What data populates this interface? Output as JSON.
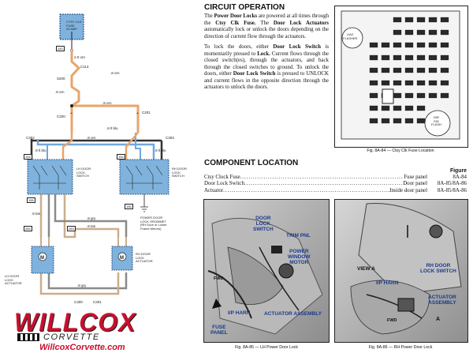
{
  "wiring": {
    "fuse_label": "CTSY CLK\nFUSE\n20 AMP",
    "circuits": {
      "top": "140",
      "lh_in": "194",
      "rh_in": "194",
      "lh_bot": "156",
      "rh_bot": "156",
      "c284": "284",
      "c283": "283"
    },
    "wire_labels": {
      "orn_a": "2.0 orn",
      "c113": "C113",
      "s200": "S200",
      "orn_b": ".8 orn",
      "orn_c": ".8 orn",
      "orn_d": ".8 orn",
      "orn_e": ".8 orn",
      "c200": "C200",
      "c201": "C201",
      "blk": ".8 lt blu",
      "c302": "C302",
      "c303": "C303",
      "org_top": ".8 orn",
      "org_top2": ".8 orn",
      "blu_l": ".8 lt blu",
      "blu_r": ".8 lt blu",
      "tan_l": ".8 tan",
      "tan_l2": ".8 tan",
      "tan_m": ".8 tan",
      "gry_l": ".8 gry",
      "gry_m": ".8 gry",
      "gry_b": ".8 gry",
      "gry_r": ".8 gry",
      "c300": "C300",
      "c301": "C301"
    },
    "lh_switch": "LH DOOR\nLOCK\nSWITCH",
    "rh_switch": "RH DOOR\nLOCK\nSWITCH",
    "grommet": "POWER DOOR\nLOCK GROMMET\n(RH Door or Lower\nFrame Mirrors)",
    "lh_actuator": "LH DOOR\nLOCK\nACTUATOR",
    "rh_actuator": "RH DOOR\nLOCK\nACTUATOR",
    "colors": {
      "orange": "#e8a46a",
      "blue": "#6fa8dc",
      "dark": "#333333",
      "tan": "#c9ae8a",
      "gray": "#8a8a8a",
      "box": "#7fb3dd"
    }
  },
  "logo": {
    "brand": "WILLCOX",
    "sub": "CORVETTE",
    "url": "WillcoxCorvette.com"
  },
  "circuit_operation": {
    "title": "CIRCUIT OPERATION",
    "para1_segments": [
      {
        "t": "The ",
        "b": false
      },
      {
        "t": "Power Door Locks",
        "b": true
      },
      {
        "t": " are powered at all times through the ",
        "b": false
      },
      {
        "t": "Ctsy Clk Fuse.",
        "b": true
      },
      {
        "t": " The ",
        "b": false
      },
      {
        "t": "Door Lock Actuators",
        "b": true
      },
      {
        "t": " automatically lock or unlock the doors depending on the direction of current flow through the actuators.",
        "b": false
      }
    ],
    "para2_segments": [
      {
        "t": "To lock the doors, either ",
        "b": false
      },
      {
        "t": "Door Lock Switch",
        "b": true
      },
      {
        "t": " is momentarily pressed to ",
        "b": false
      },
      {
        "t": "Lock.",
        "b": true
      },
      {
        "t": " Current flows through the closed switch(es), through the actuators, and back through the closed switches to ground. To unlock the doors, either ",
        "b": false
      },
      {
        "t": "Door Lock Switch",
        "b": true
      },
      {
        "t": " is pressed to UNLOCK and current flows in the opposite direction through the actuators to unlock the doors.",
        "b": false
      }
    ]
  },
  "fuse_panel": {
    "labels": {
      "haz": "HAZ\nFLASHER",
      "dir": "DIR\nSIG\nFLASH"
    },
    "caption": "Fig. 8A-84 — Ctsy Clk Fuse Location"
  },
  "component_location": {
    "title": "COMPONENT LOCATION",
    "figure_header": "Figure",
    "rows": [
      {
        "name": "Ctsy Clock Fuse",
        "loc": "Fuse panel",
        "fig": "8A-84"
      },
      {
        "name": "Door Lock Switch",
        "loc": "Door panel",
        "fig": "8A-85/8A-86"
      },
      {
        "name": "Actuator",
        "loc": "Inside door panel",
        "fig": "8A-85/8A-86"
      }
    ]
  },
  "photo_lh": {
    "callouts": {
      "switch": "DOOR\nLOCK\nSWITCH",
      "trim": "TRIM PNL",
      "motor": "POWER\nWINDOW\nMOTOR",
      "fwd": "FWD",
      "harn": "I/P HARN",
      "act": "ACTUATOR ASSEMBLY",
      "fuse": "FUSE\nPANEL"
    },
    "caption": "Fig. 8A-85 — LH Power Door Lock"
  },
  "photo_rh": {
    "callouts": {
      "view": "VIEW A",
      "switch": "RH DOOR\nLOCK SWITCH",
      "harn": "I/P HARN",
      "act": "ACTUATOR\nASSEMBLY",
      "fwd": "FWD",
      "a": "A"
    },
    "caption": "Fig. 8A-86 — RH Power Door Lock"
  }
}
